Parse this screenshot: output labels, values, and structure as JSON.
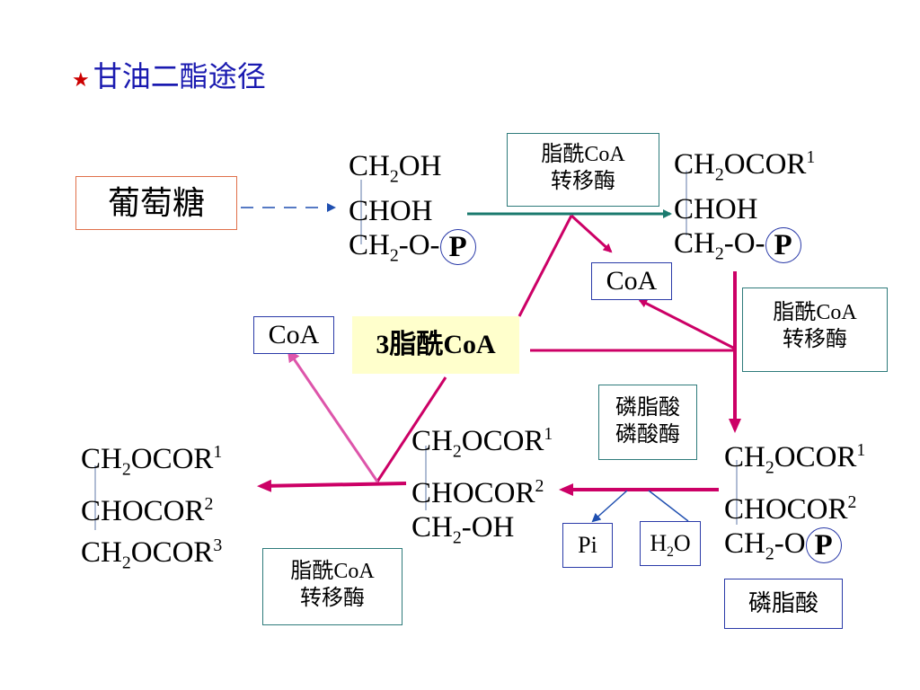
{
  "title": {
    "star": "★",
    "text": "甘油二酯途径"
  },
  "glucose": "葡萄糖",
  "fatty_acyl_coa": "3脂酰CoA",
  "enzyme_acyltransferase_line1": "脂酰CoA",
  "enzyme_acyltransferase_line2": "转移酶",
  "enzyme_phosphatase_line1": "磷脂酸",
  "enzyme_phosphatase_line2": "磷酸酶",
  "phosphatidic_acid": "磷脂酸",
  "coa": "CoA",
  "pi": "Pi",
  "water": {
    "h": "H",
    "sub": "2",
    "o": "O"
  },
  "phosphate": "P",
  "g3p": {
    "ch2oh_a": "CH",
    "ch2oh_sub": "2",
    "ch2oh_b": "OH",
    "choh": "CHOH",
    "ch2op_a": "CH",
    "ch2op_sub": "2",
    "ch2op_b": "-O-"
  },
  "lpa": {
    "r1_a": "CH",
    "r1_sub": "2",
    "r1_b": "OCOR",
    "r1_sup": "1",
    "choh": "CHOH",
    "ch2op_a": "CH",
    "ch2op_sub": "2",
    "ch2op_b": "-O-"
  },
  "pa": {
    "r1_a": "CH",
    "r1_sub": "2",
    "r1_b": "OCOR",
    "r1_sup": "1",
    "r2_a": "CHOCOR",
    "r2_sup": "2",
    "ch2op_a": "CH",
    "ch2op_sub": "2",
    "ch2op_b": "-O"
  },
  "dag": {
    "r1_a": "CH",
    "r1_sub": "2",
    "r1_b": "OCOR",
    "r1_sup": "1",
    "r2_a": "CHOCOR",
    "r2_sup": "2",
    "oh_a": "CH",
    "oh_sub": "2",
    "oh_b": "-OH"
  },
  "tag": {
    "r1_a": "CH",
    "r1_sub": "2",
    "r1_b": "OCOR",
    "r1_sup": "1",
    "r2_a": "CHOCOR",
    "r2_sup": "2",
    "r3_a": "CH",
    "r3_sub": "2",
    "r3_b": "OCOR",
    "r3_sup": "3"
  },
  "colors": {
    "title": "#1a1ab0",
    "magenta_arrow": "#cc0066",
    "teal_arrow": "#1a7a6e",
    "blue_arrow": "#1f4fb0",
    "pink_arrow": "#dd55aa",
    "highlight": "#ffffcc"
  }
}
